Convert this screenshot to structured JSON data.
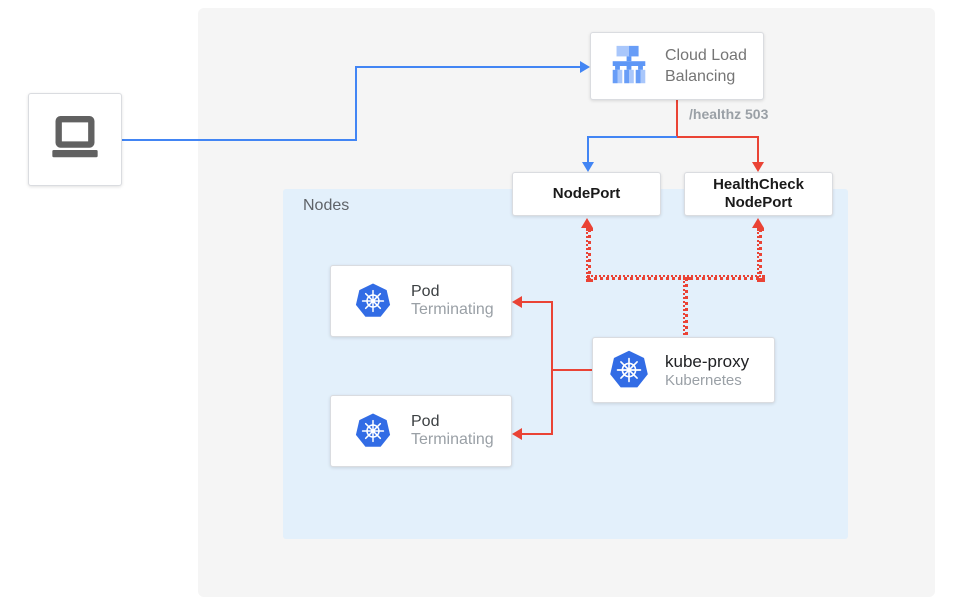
{
  "colors": {
    "panel_bg": "#F5F5F5",
    "nodes_bg": "#E3F0FB",
    "blue": "#4285F4",
    "red": "#EA4335",
    "box_border": "#DADCE0",
    "text_dark": "#212121",
    "text_gray": "#757575",
    "label_gray": "#9AA0A6",
    "k8s_blue": "#326CE5",
    "laptop_gray": "#616161"
  },
  "icons": {
    "client": "laptop-icon",
    "load_balancer": "load-balancer-icon",
    "kubernetes": "kubernetes-icon"
  },
  "nodes_panel": {
    "label": "Nodes"
  },
  "boxes": {
    "clb": {
      "line1": "Cloud Load",
      "line2": "Balancing"
    },
    "nodeport": {
      "label": "NodePort"
    },
    "hcnp": {
      "line1": "HealthCheck",
      "line2": "NodePort"
    },
    "pod1": {
      "title": "Pod",
      "status": "Terminating"
    },
    "pod2": {
      "title": "Pod",
      "status": "Terminating"
    },
    "kube_proxy": {
      "title": "kube-proxy",
      "subtitle": "Kubernetes"
    }
  },
  "edge_labels": {
    "healthz": "/healthz 503"
  }
}
